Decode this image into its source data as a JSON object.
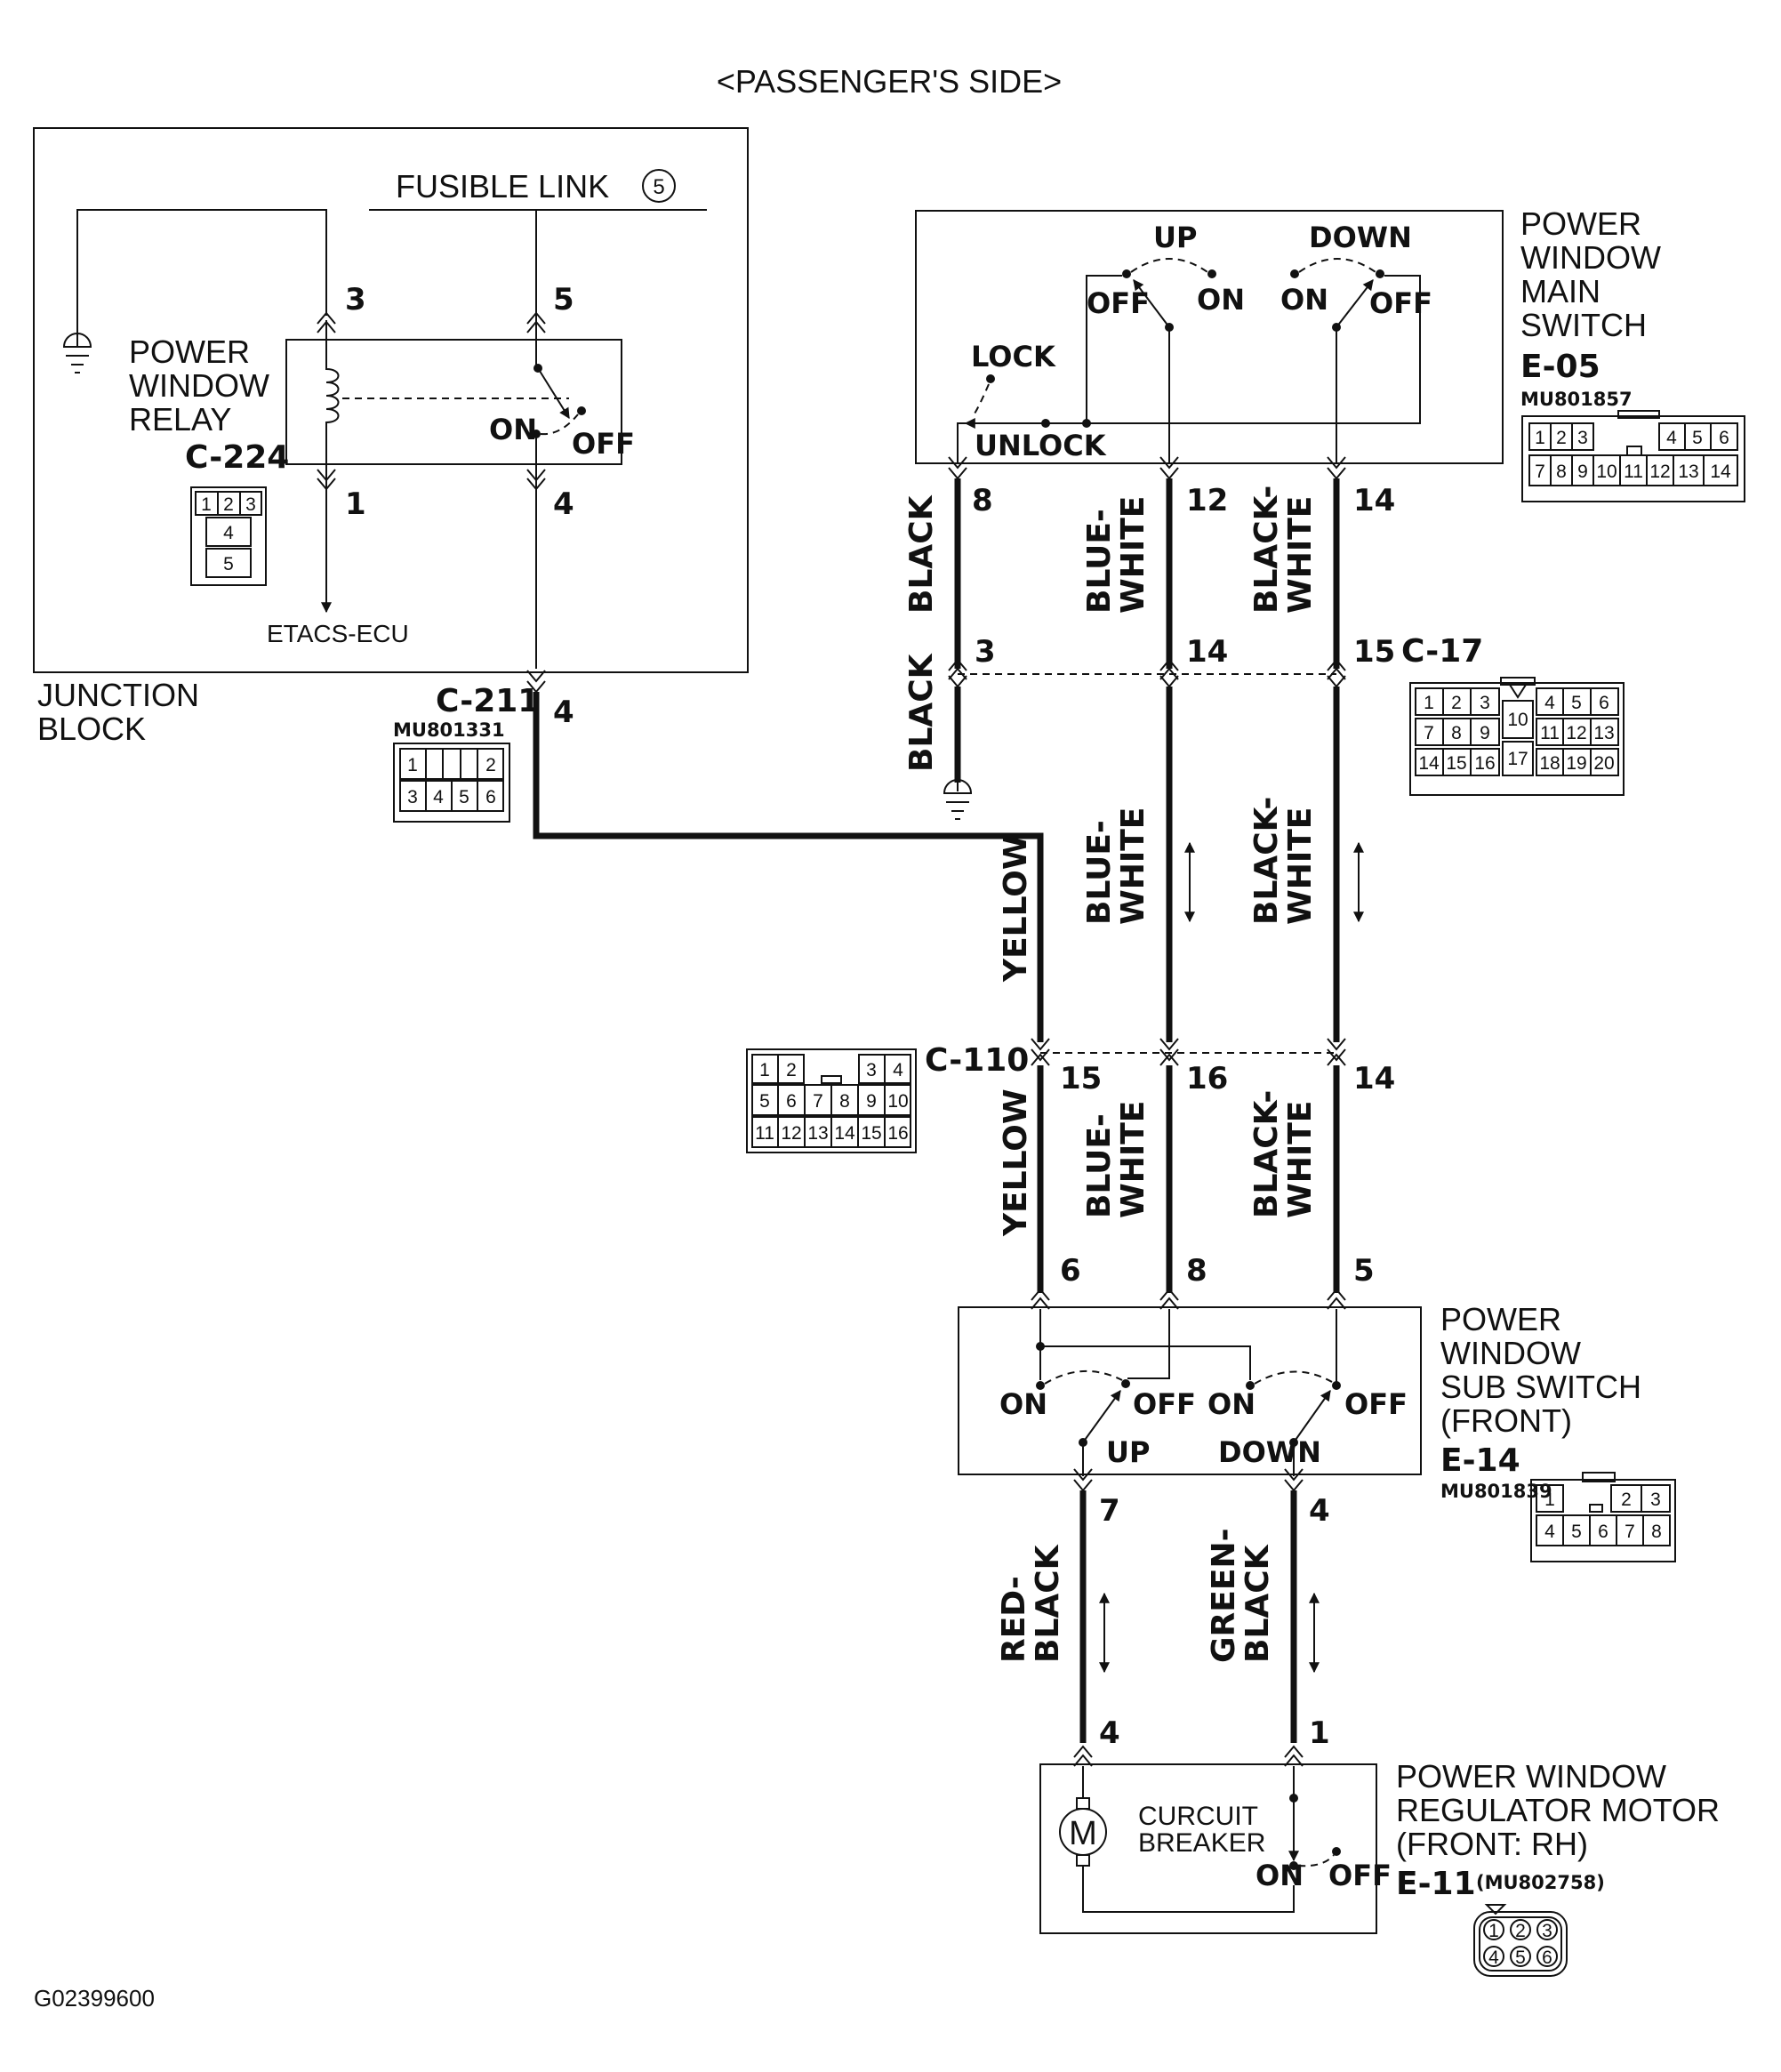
{
  "page_title": "<PASSENGER'S SIDE>",
  "figure_id": "G02399600",
  "junction_block": {
    "label_line1": "JUNCTION",
    "label_line2": "BLOCK",
    "fusible_link": "FUSIBLE LINK",
    "fusible_link_number": "5",
    "relay_line1": "POWER",
    "relay_line2": "WINDOW",
    "relay_line3": "RELAY",
    "relay_connector": "C-224",
    "relay_pins": [
      "1",
      "2",
      "3",
      "4",
      "5"
    ],
    "relay_switch_on": "ON",
    "relay_switch_off": "OFF",
    "etacs": "ETACS-ECU",
    "terminals": [
      "3",
      "5",
      "1",
      "4"
    ]
  },
  "c211": {
    "id": "C-211",
    "part_number": "MU801331",
    "pin": "4",
    "cells": [
      "1",
      "2",
      "3",
      "4",
      "5",
      "6"
    ]
  },
  "main_switch": {
    "title": [
      "POWER",
      "WINDOW",
      "MAIN",
      "SWITCH"
    ],
    "id": "E-05",
    "part_number": "MU801857",
    "up": "UP",
    "down": "DOWN",
    "off": "OFF",
    "on": "ON",
    "lock": "LOCK",
    "unlock": "UNLOCK",
    "pins": [
      "8",
      "12",
      "14"
    ],
    "cells_row1": [
      "1",
      "2",
      "3",
      "4",
      "5",
      "6"
    ],
    "cells_row2": [
      "7",
      "8",
      "9",
      "10",
      "11",
      "12",
      "13",
      "14"
    ]
  },
  "c17": {
    "id": "C-17",
    "pins": [
      "3",
      "14",
      "15"
    ],
    "cells_row1": [
      "1",
      "2",
      "3",
      "4",
      "5",
      "6"
    ],
    "cells_row2": [
      "7",
      "8",
      "9",
      "11",
      "12",
      "13"
    ],
    "cells_row3": [
      "14",
      "15",
      "16",
      "18",
      "19",
      "20"
    ],
    "cells_mid": [
      "10",
      "17"
    ]
  },
  "c110": {
    "id": "C-110",
    "pins": [
      "15",
      "16",
      "14"
    ],
    "cells_row1": [
      "1",
      "2",
      "3",
      "4"
    ],
    "cells_row2": [
      "5",
      "6",
      "7",
      "8",
      "9",
      "10"
    ],
    "cells_row3": [
      "11",
      "12",
      "13",
      "14",
      "15",
      "16"
    ]
  },
  "wires": {
    "black": "BLACK",
    "blue_white_1": "BLUE-",
    "blue_white_2": "WHITE",
    "black_white_1": "BLACK-",
    "black_white_2": "WHITE",
    "yellow": "YELLOW",
    "red_black_1": "RED-",
    "red_black_2": "BLACK",
    "green_black_1": "GREEN-",
    "green_black_2": "BLACK"
  },
  "sub_switch": {
    "title": [
      "POWER",
      "WINDOW",
      "SUB SWITCH",
      "(FRONT)"
    ],
    "id": "E-14",
    "part_number": "MU801839",
    "on": "ON",
    "off": "OFF",
    "up": "UP",
    "down": "DOWN",
    "top_pins": [
      "6",
      "8",
      "5"
    ],
    "bottom_pins": [
      "7",
      "4"
    ],
    "cells_row1": [
      "1",
      "2",
      "3"
    ],
    "cells_row2": [
      "4",
      "5",
      "6",
      "7",
      "8"
    ]
  },
  "motor": {
    "title": [
      "POWER WINDOW",
      "REGULATOR MOTOR",
      "(FRONT: RH)"
    ],
    "id": "E-11",
    "part_number": "(MU802758)",
    "motor_symbol": "M",
    "breaker_line1": "CURCUIT",
    "breaker_line2": "BREAKER",
    "on": "ON",
    "off": "OFF",
    "pins": [
      "4",
      "1"
    ],
    "cells_row1": [
      "1",
      "2",
      "3"
    ],
    "cells_row2": [
      "4",
      "5",
      "6"
    ]
  }
}
